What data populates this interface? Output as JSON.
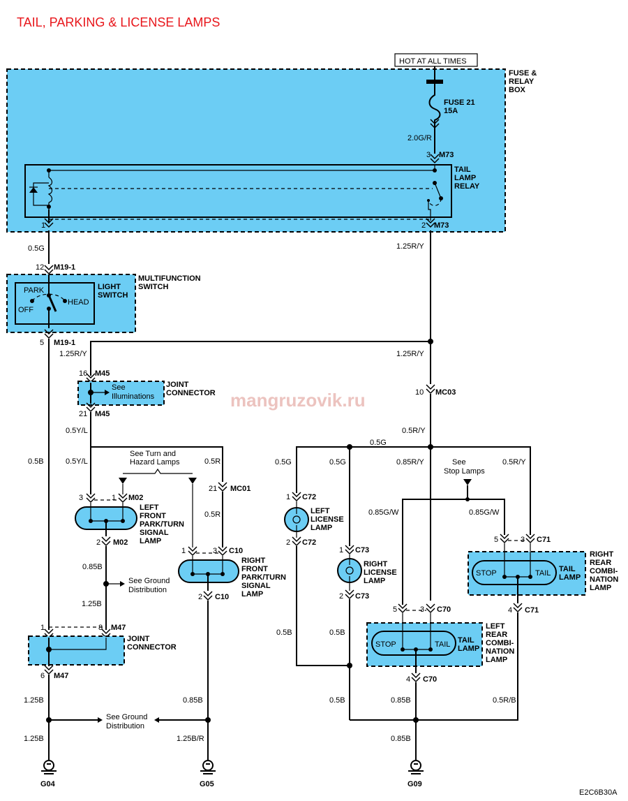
{
  "title": "TAIL, PARKING & LICENSE LAMPS",
  "hot_label": "HOT AT ALL TIMES",
  "watermark": "mangruzovik.ru",
  "code": "E2C6B30A",
  "colors": {
    "component_fill": "#6ccdf4",
    "title": "#e8161b"
  },
  "fuse_box": {
    "l1": "FUSE &",
    "l2": "RELAY",
    "l3": "BOX"
  },
  "fuse": {
    "l1": "FUSE 21",
    "l2": "15A"
  },
  "relay": {
    "l1": "TAIL",
    "l2": "LAMP",
    "l3": "RELAY"
  },
  "multifunction": {
    "l1": "MULTIFUNCTION",
    "l2": "SWITCH"
  },
  "light_switch": {
    "l1": "LIGHT",
    "l2": "SWITCH",
    "park": "PARK",
    "off": "OFF",
    "head": "HEAD"
  },
  "joint_m45": {
    "l1": "JOINT",
    "l2": "CONNECTOR",
    "see1": "See",
    "see2": "Illuminations"
  },
  "joint_m47": {
    "l1": "JOINT",
    "l2": "CONNECTOR"
  },
  "left_front": {
    "l1": "LEFT",
    "l2": "FRONT",
    "l3": "PARK/TURN",
    "l4": "SIGNAL",
    "l5": "LAMP"
  },
  "right_front": {
    "l1": "RIGHT",
    "l2": "FRONT",
    "l3": "PARK/TURN",
    "l4": "SIGNAL",
    "l5": "LAMP"
  },
  "left_license": {
    "l1": "LEFT",
    "l2": "LICENSE",
    "l3": "LAMP"
  },
  "right_license": {
    "l1": "RIGHT",
    "l2": "LICENSE",
    "l3": "LAMP"
  },
  "left_rear": {
    "l1": "LEFT",
    "l2": "REAR",
    "l3": "COMBI-",
    "l4": "NATION",
    "l5": "LAMP",
    "stop": "STOP",
    "tail": "TAIL",
    "tail_lamp1": "TAIL",
    "tail_lamp2": "LAMP"
  },
  "right_rear": {
    "l1": "RIGHT",
    "l2": "REAR",
    "l3": "COMBI-",
    "l4": "NATION",
    "l5": "LAMP",
    "stop": "STOP",
    "tail": "TAIL",
    "tail_lamp1": "TAIL",
    "tail_lamp2": "LAMP"
  },
  "notes": {
    "turn1": "See Turn and",
    "turn2": "Hazard Lamps",
    "stop1": "See",
    "stop2": "Stop Lamps",
    "gnd1a": "See Ground",
    "gnd1b": "Distribution",
    "gnd2a": "See Ground",
    "gnd2b": "Distribution"
  },
  "connectors": {
    "m73": "M73",
    "m73b": "M73",
    "m191a": "M19-1",
    "m191b": "M19-1",
    "m45a": "M45",
    "m45b": "M45",
    "m02a": "M02",
    "m02b": "M02",
    "mc01": "MC01",
    "mc03": "MC03",
    "c10a": "C10",
    "c10b": "C10",
    "c72a": "C72",
    "c72b": "C72",
    "c73a": "C73",
    "c73b": "C73",
    "c70a": "C70",
    "c70b": "C70",
    "c71a": "C71",
    "c71b": "C71",
    "m47a": "M47",
    "m47b": "M47"
  },
  "pins": {
    "m73_3": "3",
    "m73_1": "1",
    "m73_2": "2",
    "m191_12": "12",
    "m191_5": "5",
    "m45_16": "16",
    "m45_21": "21",
    "m02_3": "3",
    "m02_1": "1",
    "m02_2": "2",
    "mc01_21": "21",
    "mc03_10": "10",
    "c10_1": "1",
    "c10_3": "3",
    "c10_2": "2",
    "c72_1": "1",
    "c72_2": "2",
    "c73_1": "1",
    "c73_2": "2",
    "c70_5": "5",
    "c70_3": "3",
    "c70_4": "4",
    "c71_5": "5",
    "c71_3": "3",
    "c71_4": "4",
    "m47_1": "1",
    "m47_8": "8",
    "m47_6": "6"
  },
  "wires": {
    "w1": "2.0G/R",
    "w2": "0.5G",
    "w3": "1.25R/Y",
    "w4": "1.25R/Y",
    "w5": "1.25R/Y",
    "w6": "0.5Y/L",
    "w7": "0.5B",
    "w8": "0.5Y/L",
    "w9": "0.5R",
    "w10": "0.5R",
    "w11": "0.5R/Y",
    "w12": "0.5G",
    "w13": "0.5G",
    "w14": "0.5G",
    "w15": "0.85R/Y",
    "w16": "0.5R/Y",
    "w17": "0.85G/W",
    "w18": "0.85G/W",
    "w19": "0.85B",
    "w20": "1.25B",
    "w21": "0.5B",
    "w22": "0.5B",
    "w23": "1.25B",
    "w24": "0.85B",
    "w25": "0.5B",
    "w26": "0.85B",
    "w27": "0.5R/B",
    "w28": "1.25B",
    "w29": "1.25B/R",
    "w30": "0.85B"
  },
  "grounds": {
    "g04": "G04",
    "g05": "G05",
    "g09": "G09"
  }
}
